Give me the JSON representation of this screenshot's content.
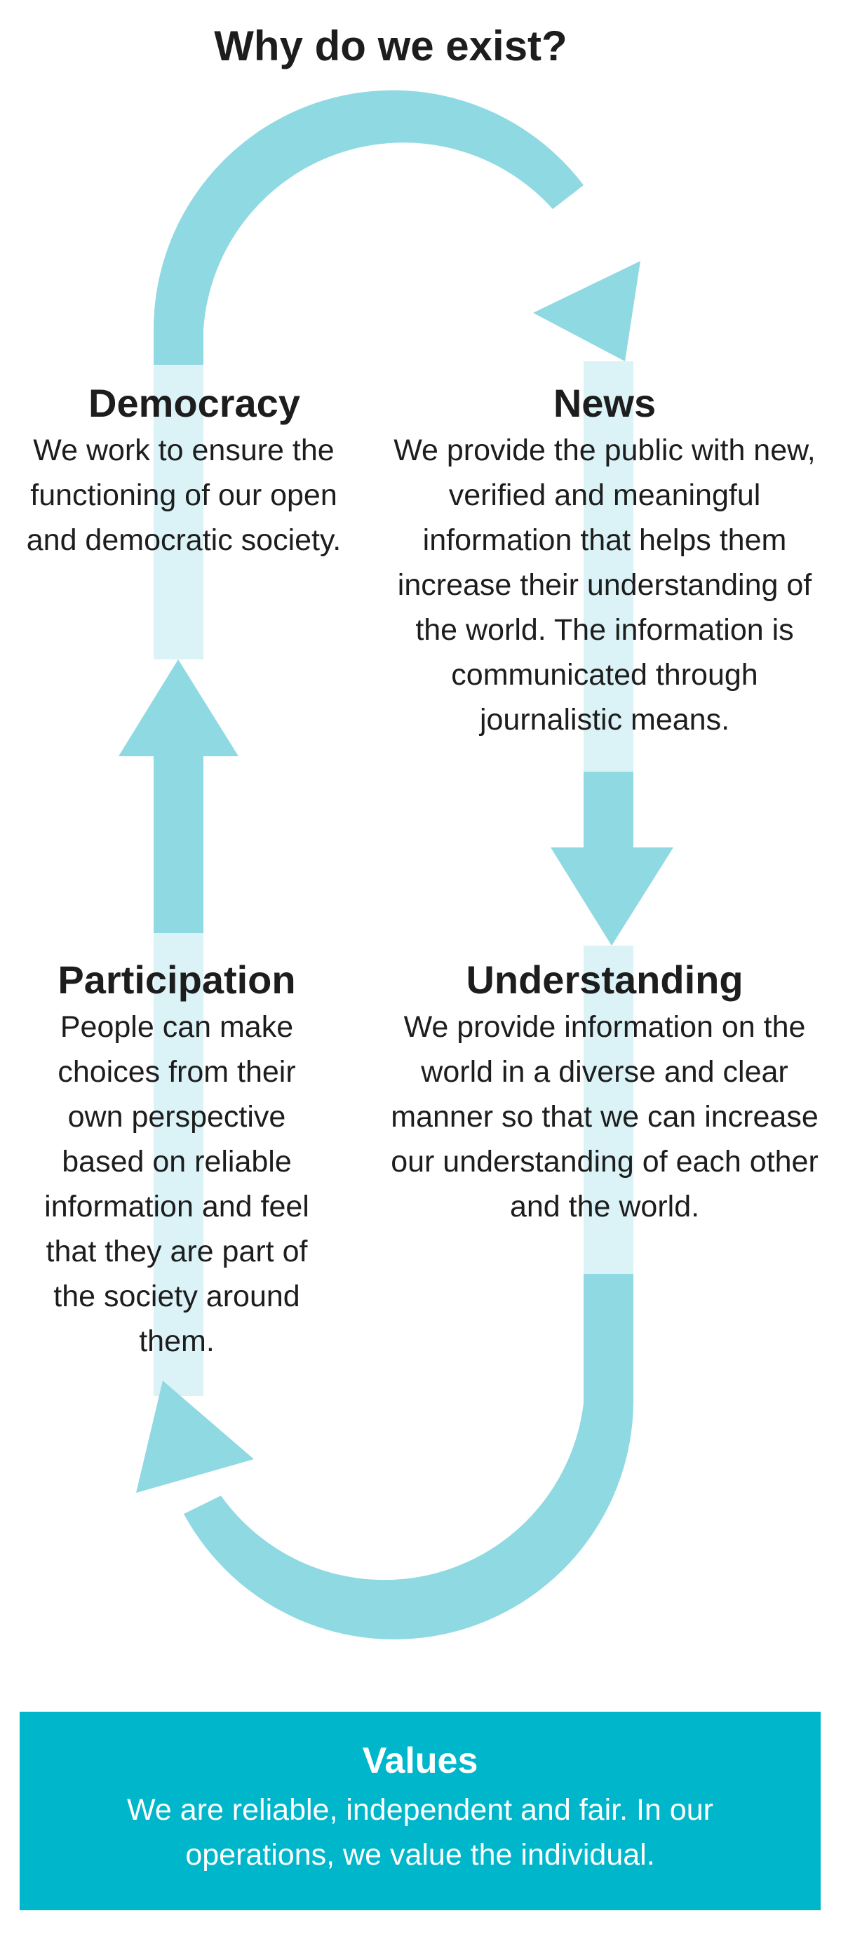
{
  "title": "Why do we exist?",
  "colors": {
    "loop": "#8fd9e3",
    "loop_light": "#dbf3f7",
    "values_box": "#00b6cb",
    "text": "#1d1d1d",
    "values_text": "#ffffff"
  },
  "nodes": {
    "democracy": {
      "title": "Democracy",
      "text": "We work to ensure the functioning of our open and democratic society."
    },
    "news": {
      "title": "News",
      "text": "We provide the public with new, verified and meaningful information that helps them increase their understanding of the world. The information is communicated through journalistic means."
    },
    "participation": {
      "title": "Participation",
      "text": "People can make choices from their own perspective based on reliable information and feel that they are part of the society around them."
    },
    "understanding": {
      "title": "Understanding",
      "text": "We provide information on the world in a diverse and clear manner so that we can increase our understanding of each other and the world."
    }
  },
  "values": {
    "title": "Values",
    "text": "We are reliable, independent and fair. In our operations, we value the individual."
  }
}
